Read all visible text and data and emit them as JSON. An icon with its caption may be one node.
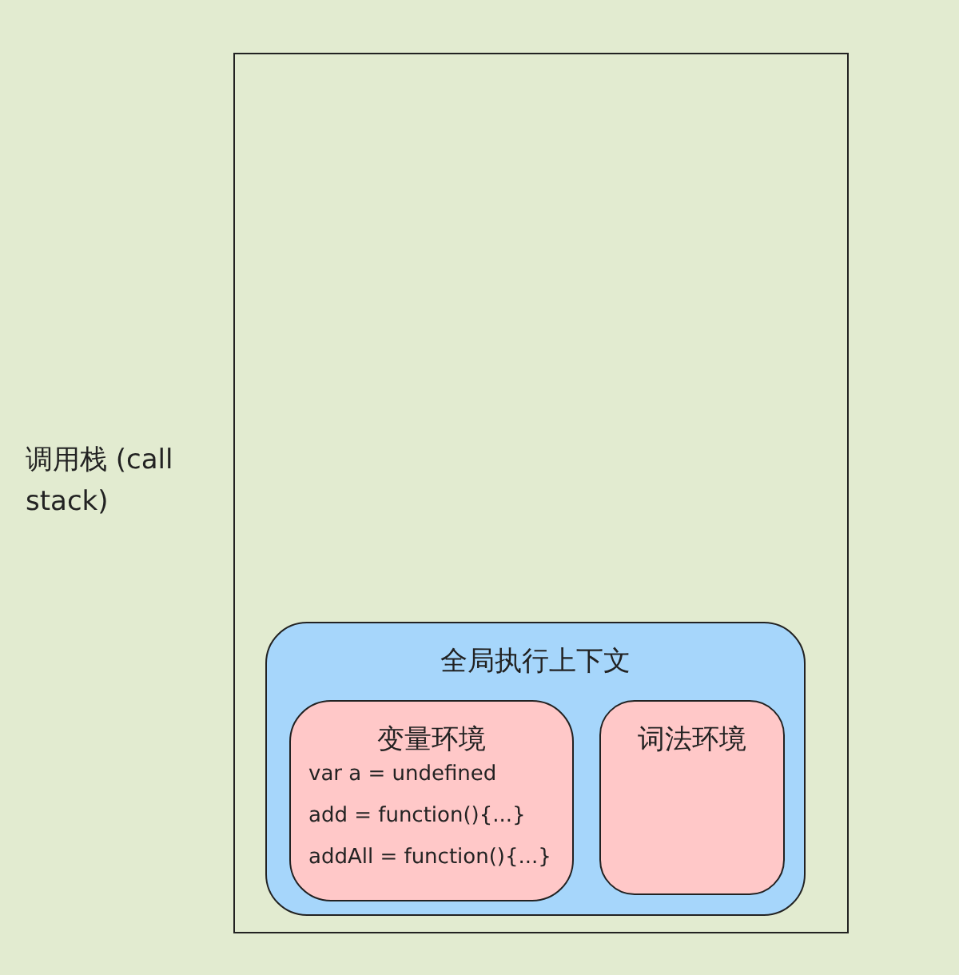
{
  "diagram": {
    "nodes": [
      {
        "text": [],
        "shape": "box",
        "beside": [
          "调用栈 (call stack)"
        ]
      },
      {
        "text": [
          "全局执行上下文"
        ],
        "in": 0
      },
      {
        "text": [
          "变量环境",
          "var a = undefined",
          "add = function(){...}",
          "addAll = function(){...}"
        ],
        "in": 1
      },
      {
        "text": [
          "词法环境"
        ],
        "in": 1
      }
    ],
    "edges": []
  }
}
